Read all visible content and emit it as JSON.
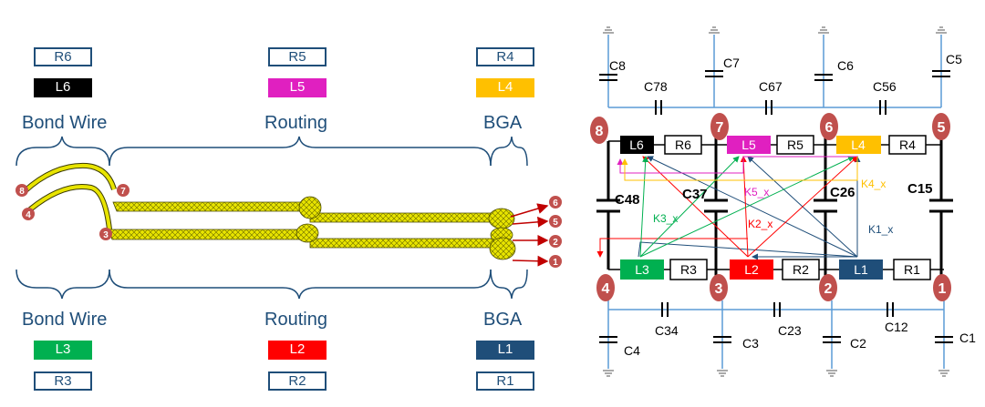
{
  "left": {
    "top_row": [
      {
        "r": "R6",
        "l": "L6",
        "l_color": "#000000",
        "section": "Bond Wire"
      },
      {
        "r": "R5",
        "l": "L5",
        "l_color": "#e020c0",
        "section": "Routing"
      },
      {
        "r": "R4",
        "l": "L4",
        "l_color": "#ffc000",
        "section": "BGA"
      }
    ],
    "bottom_row": [
      {
        "r": "R3",
        "l": "L3",
        "l_color": "#00b050",
        "section": "Bond Wire"
      },
      {
        "r": "R2",
        "l": "L2",
        "l_color": "#ff0000",
        "section": "Routing"
      },
      {
        "r": "R1",
        "l": "L1",
        "l_color": "#1f4e79",
        "section": "BGA"
      }
    ],
    "port_labels": [
      "8",
      "4",
      "7",
      "3",
      "6",
      "5",
      "2",
      "1"
    ]
  },
  "right": {
    "nodes": [
      "8",
      "7",
      "6",
      "5",
      "4",
      "3",
      "2",
      "1"
    ],
    "top_caps": [
      "C8",
      "C7",
      "C6",
      "C5"
    ],
    "top_mutual_caps": [
      "C78",
      "C67",
      "C56"
    ],
    "bottom_caps": [
      "C4",
      "C3",
      "C2",
      "C1"
    ],
    "bottom_mutual_caps": [
      "C34",
      "C23",
      "C12"
    ],
    "vertical_caps": [
      "C48",
      "C37",
      "C26",
      "C15"
    ],
    "top_elements": [
      {
        "l": "L6",
        "r": "R6",
        "color": "#000000"
      },
      {
        "l": "L5",
        "r": "R5",
        "color": "#e020c0"
      },
      {
        "l": "L4",
        "r": "R4",
        "color": "#ffc000"
      }
    ],
    "bottom_elements": [
      {
        "l": "L3",
        "r": "R3",
        "color": "#00b050"
      },
      {
        "l": "L2",
        "r": "R2",
        "color": "#ff0000"
      },
      {
        "l": "L1",
        "r": "R1",
        "color": "#1f4e79"
      }
    ],
    "coupling_labels": [
      {
        "text": "K5_x",
        "color": "#e020c0"
      },
      {
        "text": "K4_x",
        "color": "#ffc000"
      },
      {
        "text": "K3_x",
        "color": "#00b050"
      },
      {
        "text": "K2_x",
        "color": "#ff0000"
      },
      {
        "text": "K1_x",
        "color": "#1f4e79"
      }
    ]
  }
}
